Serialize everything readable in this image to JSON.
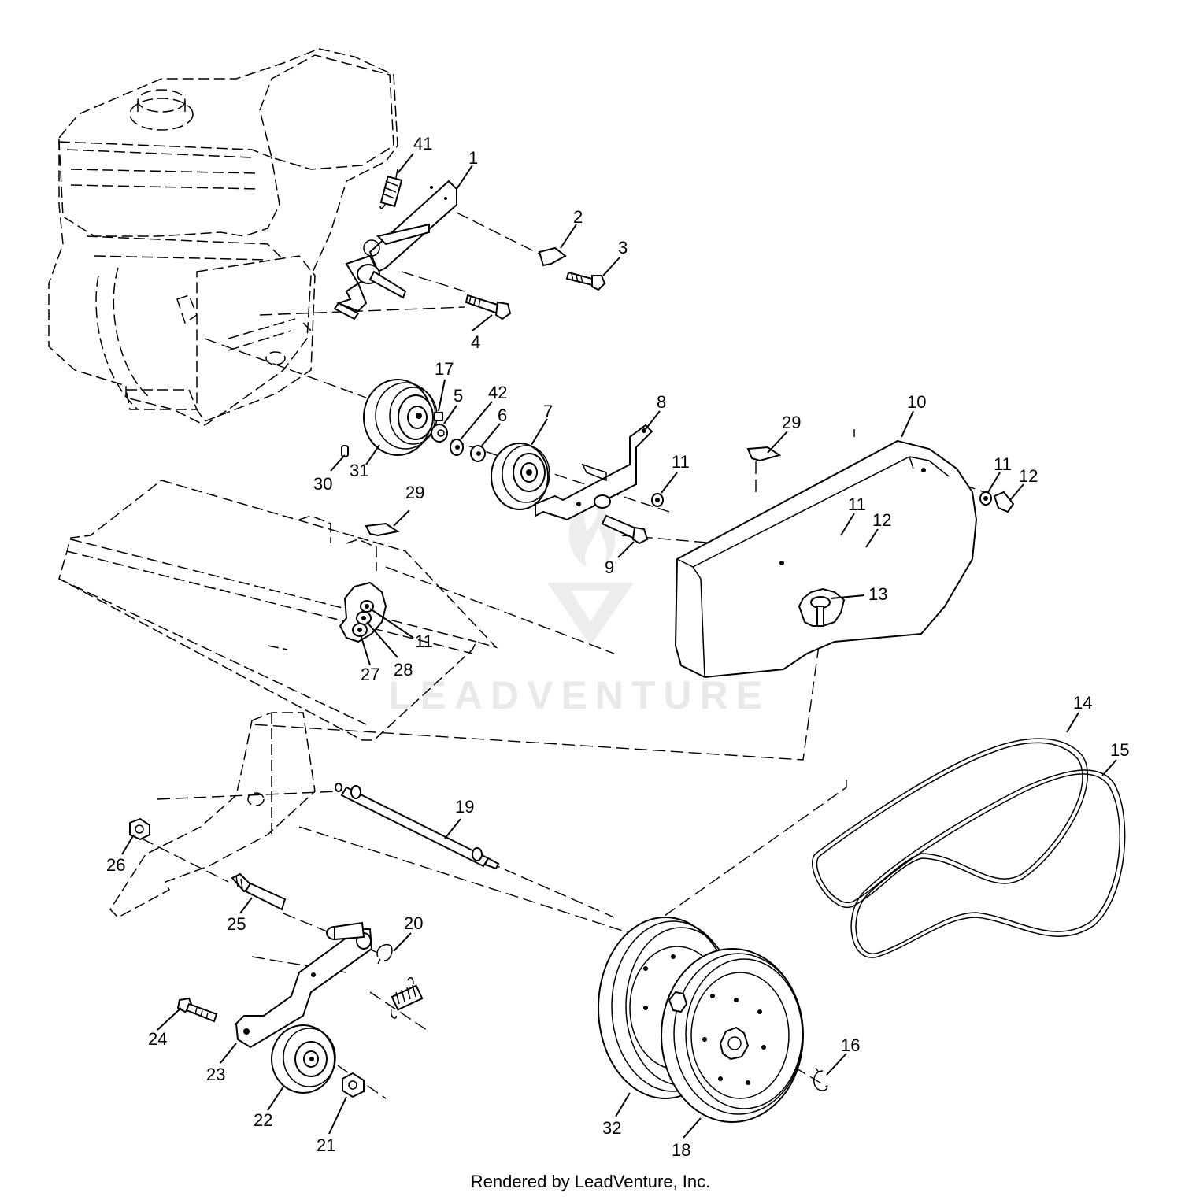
{
  "watermark": {
    "text": "LEADVENTURE",
    "color": "#e9e9e9"
  },
  "footer": {
    "text": "Rendered by LeadVenture, Inc."
  },
  "callouts": [
    {
      "id": "41",
      "label": "41"
    },
    {
      "id": "1",
      "label": "1"
    },
    {
      "id": "2",
      "label": "2"
    },
    {
      "id": "3",
      "label": "3"
    },
    {
      "id": "4",
      "label": "4"
    },
    {
      "id": "17",
      "label": "17"
    },
    {
      "id": "5",
      "label": "5"
    },
    {
      "id": "42",
      "label": "42"
    },
    {
      "id": "6",
      "label": "6"
    },
    {
      "id": "7",
      "label": "7"
    },
    {
      "id": "8",
      "label": "8"
    },
    {
      "id": "29a",
      "label": "29"
    },
    {
      "id": "10",
      "label": "10"
    },
    {
      "id": "11a",
      "label": "11"
    },
    {
      "id": "11b",
      "label": "11"
    },
    {
      "id": "12a",
      "label": "12"
    },
    {
      "id": "11c",
      "label": "11"
    },
    {
      "id": "12b",
      "label": "12"
    },
    {
      "id": "30",
      "label": "30"
    },
    {
      "id": "31",
      "label": "31"
    },
    {
      "id": "29b",
      "label": "29"
    },
    {
      "id": "9",
      "label": "9"
    },
    {
      "id": "13",
      "label": "13"
    },
    {
      "id": "11d",
      "label": "11"
    },
    {
      "id": "28",
      "label": "28"
    },
    {
      "id": "27",
      "label": "27"
    },
    {
      "id": "14",
      "label": "14"
    },
    {
      "id": "15",
      "label": "15"
    },
    {
      "id": "19",
      "label": "19"
    },
    {
      "id": "26",
      "label": "26"
    },
    {
      "id": "25",
      "label": "25"
    },
    {
      "id": "20",
      "label": "20"
    },
    {
      "id": "24",
      "label": "24"
    },
    {
      "id": "23",
      "label": "23"
    },
    {
      "id": "22",
      "label": "22"
    },
    {
      "id": "21",
      "label": "21"
    },
    {
      "id": "16",
      "label": "16"
    },
    {
      "id": "32",
      "label": "32"
    },
    {
      "id": "18",
      "label": "18"
    }
  ]
}
